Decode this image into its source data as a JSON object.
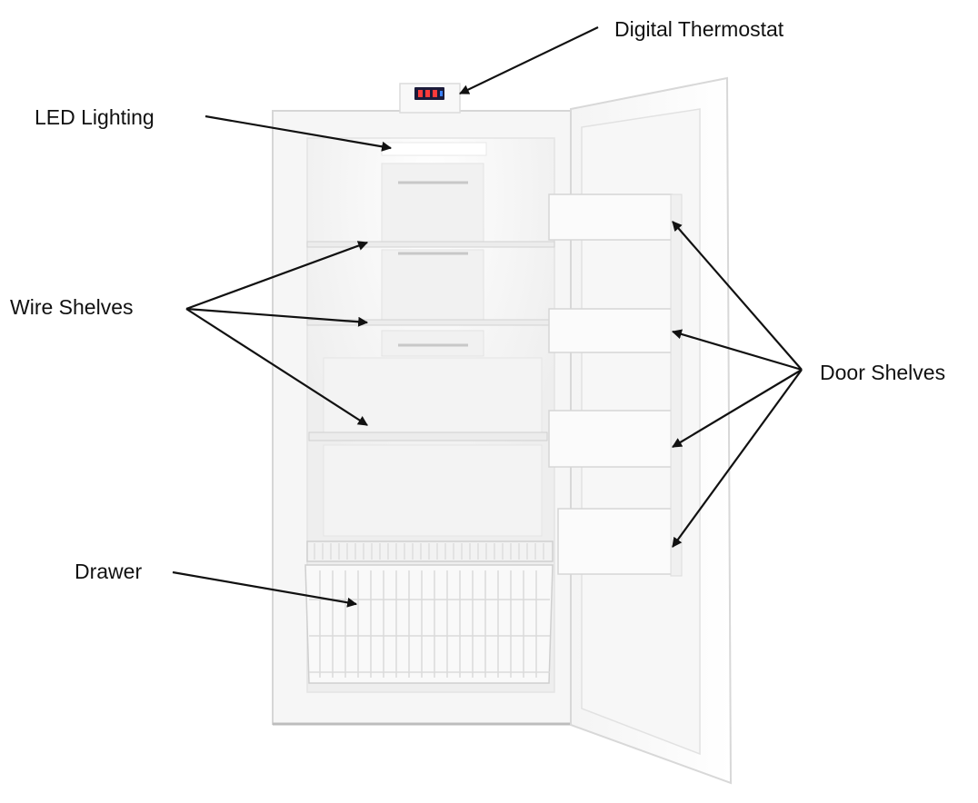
{
  "labels": {
    "digital_thermostat": "Digital Thermostat",
    "led_lighting": "LED Lighting",
    "wire_shelves": "Wire Shelves",
    "door_shelves": "Door Shelves",
    "drawer": "Drawer"
  },
  "colors": {
    "background": "#ffffff",
    "cabinet": "#f7f7f7",
    "cabinet_edge": "#dcdcdc",
    "arrow": "#111111",
    "display": "#1b1b3a",
    "display_digits": "#ff3b3b"
  }
}
